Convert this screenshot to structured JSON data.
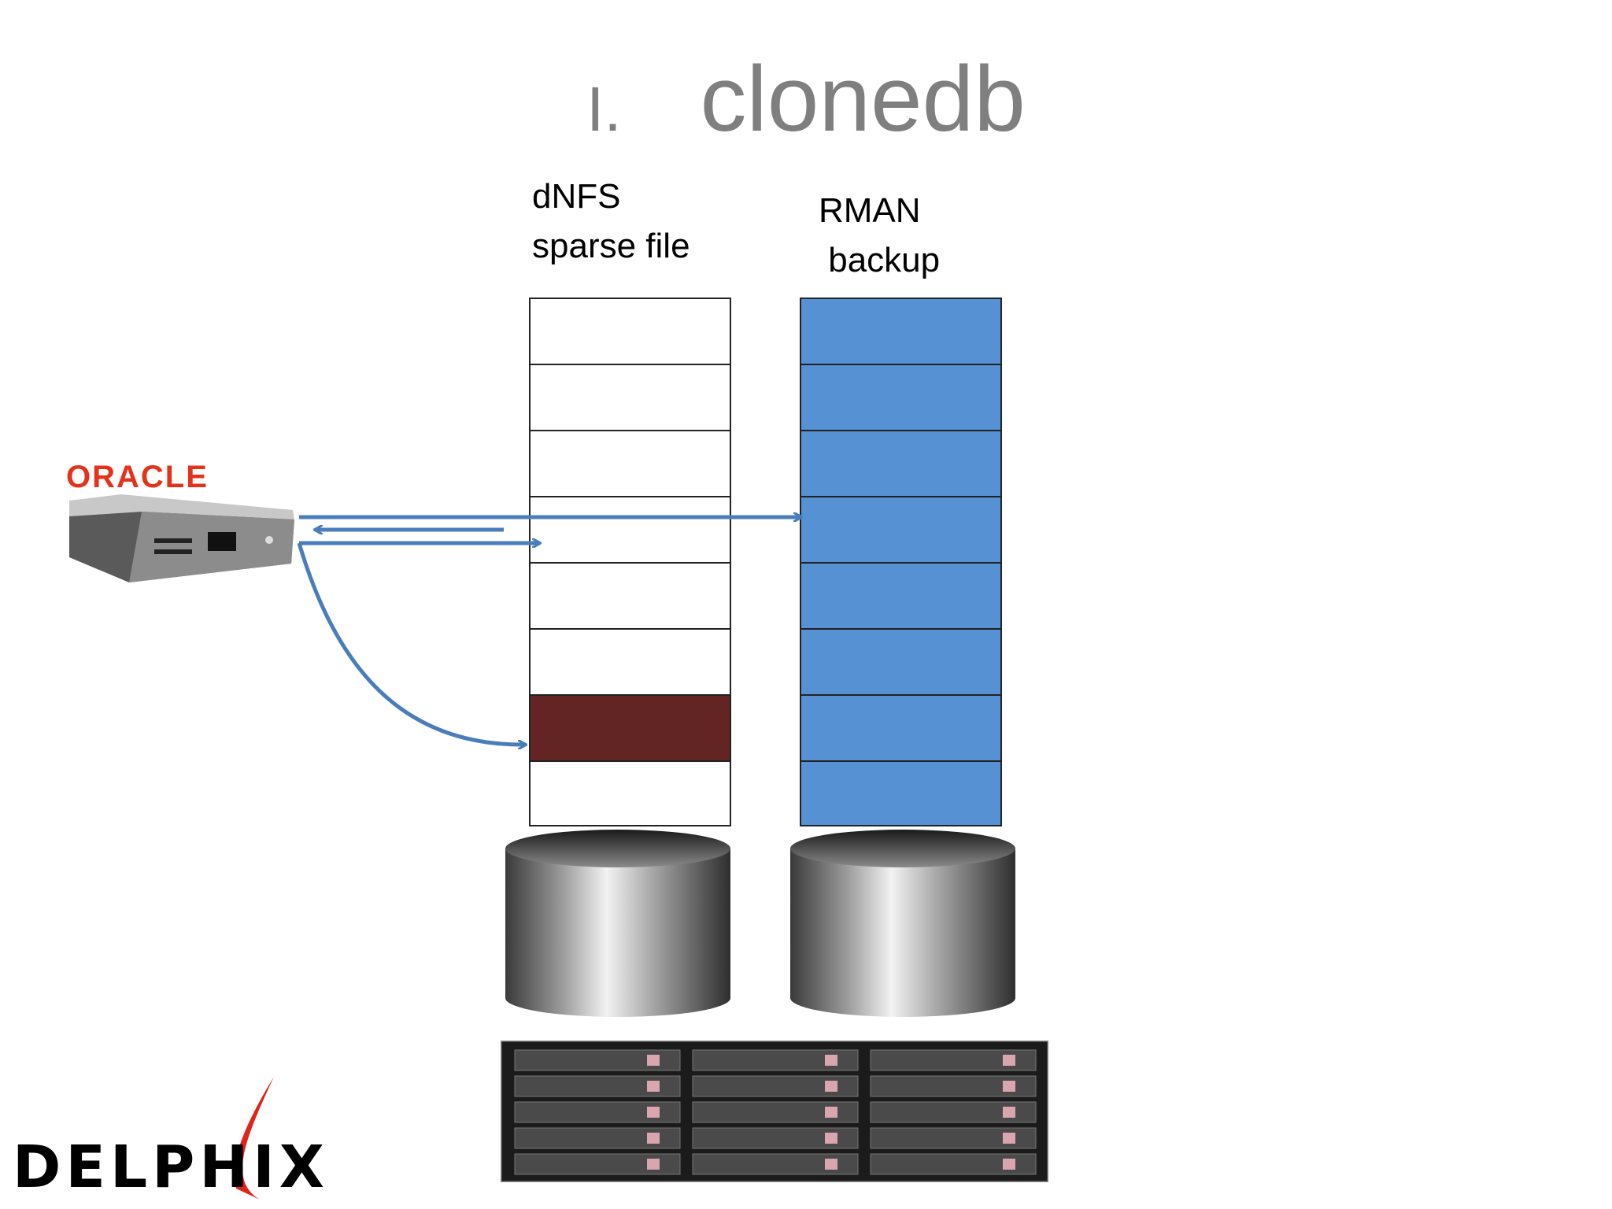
{
  "title": {
    "number": "I.",
    "text": "clonedb"
  },
  "sparse_label": "dNFS\nsparse file",
  "rman_label": "RMAN\n backup",
  "oracle_logo": "ORACLE",
  "delphix_logo": "DELPHIX",
  "sparse_cells": [
    "empty",
    "empty",
    "empty",
    "empty",
    "empty",
    "empty",
    "written",
    "empty"
  ],
  "rman_cells": 8,
  "colors": {
    "arrow": "#4a7ebb",
    "rman_block": "#5591d3",
    "written_block": "#632523",
    "title": "#7f7f7f",
    "oracle_red": "#e5331b"
  }
}
